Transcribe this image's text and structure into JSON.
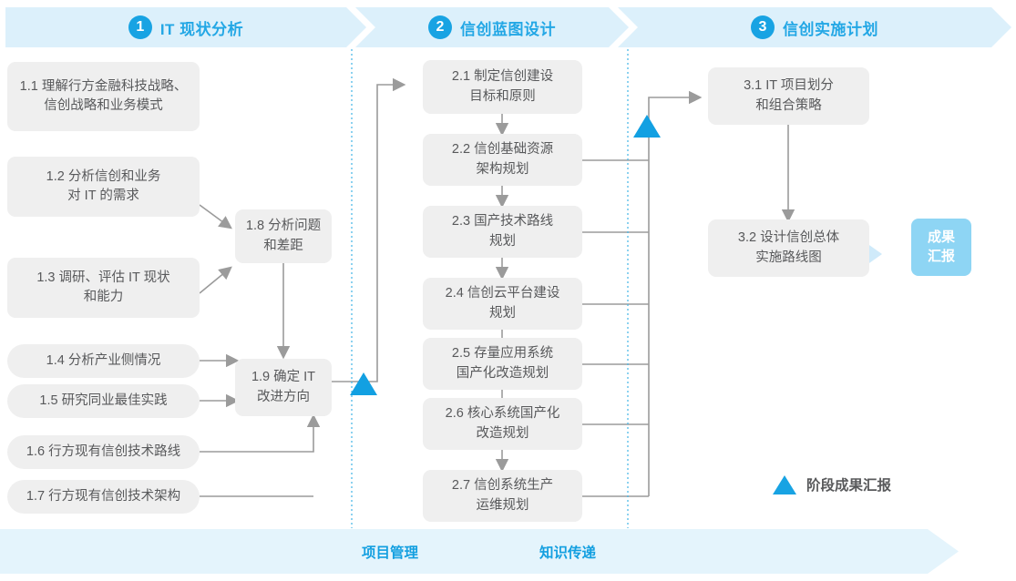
{
  "phases": [
    {
      "num": "1",
      "title": "IT 现状分析"
    },
    {
      "num": "2",
      "title": "信创蓝图设计"
    },
    {
      "num": "3",
      "title": "信创实施计划"
    }
  ],
  "phase1_boxes": [
    {
      "id": "1.1",
      "text": "1.1 理解行方金融科技战略、\n信创战略和业务模式"
    },
    {
      "id": "1.2",
      "text": "1.2 分析信创和业务\n对 IT 的需求"
    },
    {
      "id": "1.3",
      "text": "1.3 调研、评估 IT 现状\n和能力"
    },
    {
      "id": "1.4",
      "text": "1.4 分析产业侧情况"
    },
    {
      "id": "1.5",
      "text": "1.5 研究同业最佳实践"
    },
    {
      "id": "1.6",
      "text": "1.6 行方现有信创技术路线"
    },
    {
      "id": "1.7",
      "text": "1.7 行方现有信创技术架构"
    },
    {
      "id": "1.8",
      "text": "1.8 分析问题\n和差距"
    },
    {
      "id": "1.9",
      "text": "1.9 确定 IT\n改进方向"
    }
  ],
  "phase2_boxes": [
    {
      "id": "2.1",
      "text": "2.1 制定信创建设\n目标和原则"
    },
    {
      "id": "2.2",
      "text": "2.2 信创基础资源\n架构规划"
    },
    {
      "id": "2.3",
      "text": "2.3 国产技术路线\n规划"
    },
    {
      "id": "2.4",
      "text": "2.4 信创云平台建设\n规划"
    },
    {
      "id": "2.5",
      "text": "2.5 存量应用系统\n国产化改造规划"
    },
    {
      "id": "2.6",
      "text": "2.6 核心系统国产化\n改造规划"
    },
    {
      "id": "2.7",
      "text": "2.7 信创系统生产\n运维规划"
    }
  ],
  "phase3_boxes": [
    {
      "id": "3.1",
      "text": "3.1 IT 项目划分\n和组合策略"
    },
    {
      "id": "3.2",
      "text": "3.2 设计信创总体\n实施路线图"
    }
  ],
  "result": {
    "text": "成果\n汇报"
  },
  "legend": {
    "label": "阶段成果汇报",
    "marker": "triangle-up"
  },
  "bottom_band": {
    "labels": [
      "项目管理",
      "知识传递"
    ]
  },
  "colors": {
    "accent": "#18a3e3",
    "phase_band": "#dcf0fb",
    "bottom_band": "#e4f4fc",
    "box_bg": "#efefef",
    "box_text": "#58595b",
    "result_bg": "#8ed5f4",
    "connector": "#9b9b9b",
    "dotted_divider": "#49b8e8"
  }
}
